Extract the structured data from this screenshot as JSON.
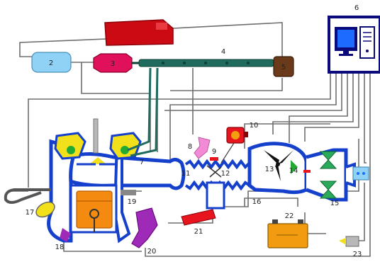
{
  "diagram": {
    "labels": {
      "l2": "2",
      "l3": "3",
      "l4": "4",
      "l5": "5",
      "l6": "6",
      "l7": "7",
      "l8": "8",
      "l9": "9",
      "l10": "10",
      "l11": "11",
      "l12": "12",
      "l13": "13",
      "l14": "14",
      "l15": "15",
      "l16": "16",
      "l17": "17",
      "l18": "18",
      "l19": "19",
      "l20": "20",
      "l21": "21",
      "l22": "22",
      "l23": "23"
    }
  },
  "colors": {
    "tank": "#cc0a14",
    "filter": "#8fd2f5",
    "pump": "#e0115a",
    "rail": "#1f6b5e",
    "regulator": "#6b3a1a",
    "computer_frame": "#0a0a7a",
    "pipe": "#1440cc",
    "pipe_inner": "#ffffff",
    "piston": "#f58a10",
    "injector": "#f2e01a",
    "injector_tip": "#22aa33",
    "sensor_pink": "#f28ad6",
    "sensor_purple": "#a02ab8",
    "sensor_red": "#e8141e",
    "catalyst": "#2aaa5a",
    "battery": "#f29a10",
    "sensor_light_blue": "#8fd2f5",
    "wire": "#6e6e6e"
  }
}
